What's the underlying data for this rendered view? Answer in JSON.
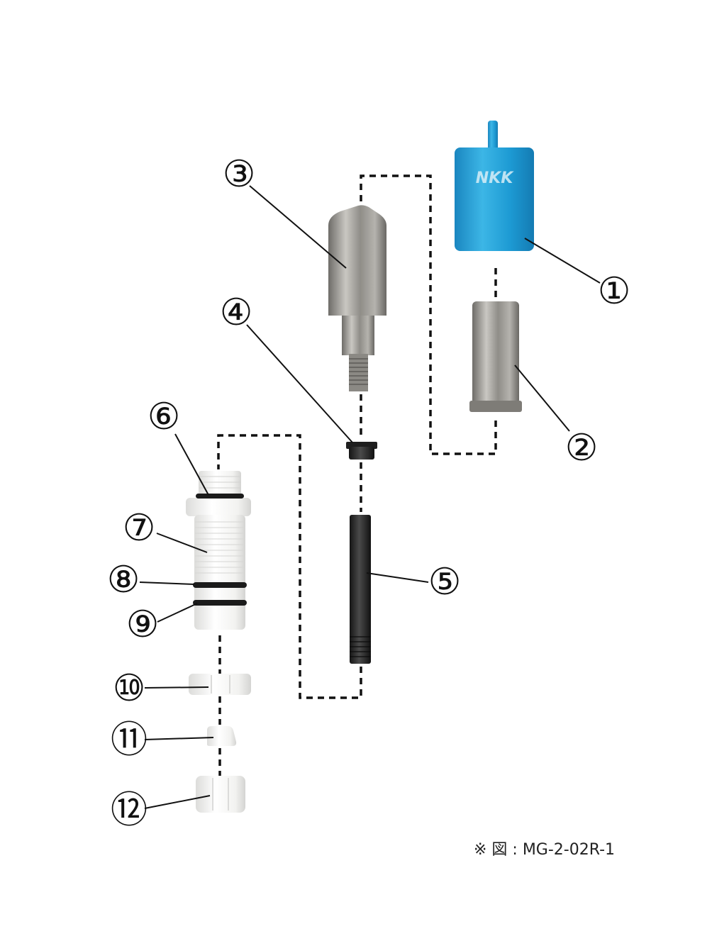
{
  "parts": [
    {
      "number": "①"
    },
    {
      "number": "②"
    },
    {
      "number": "③"
    },
    {
      "number": "④"
    },
    {
      "number": "⑤"
    },
    {
      "number": "⑥"
    },
    {
      "number": "⑦"
    },
    {
      "number": "⑧"
    },
    {
      "number": "⑨"
    },
    {
      "number": "⑩"
    },
    {
      "number": "⑪"
    },
    {
      "number": "⑫"
    }
  ],
  "logo_text": "NKK",
  "caption": "※ 図 : MG-2-02R-1",
  "colors": {
    "cap_blue": "#1f9bd1",
    "steel": "#9c9a95",
    "white_ptfe": "#f4f4f2",
    "black_part": "#2a2a2a",
    "line": "#111111"
  }
}
